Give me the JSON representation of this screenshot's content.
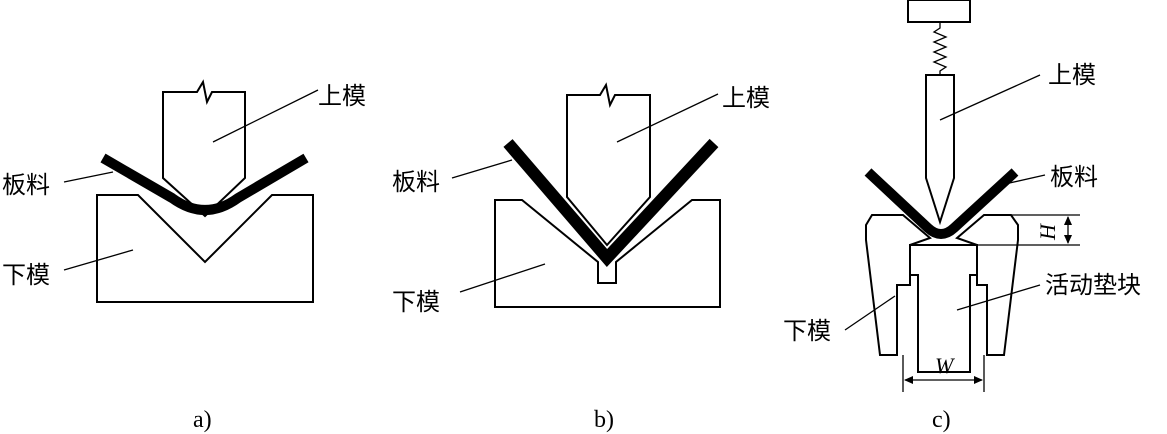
{
  "panels": [
    {
      "caption": "a)",
      "labels": {
        "upper_die": "上模",
        "sheet": "板料",
        "lower_die": "下模"
      }
    },
    {
      "caption": "b)",
      "labels": {
        "upper_die": "上模",
        "sheet": "板料",
        "lower_die": "下模"
      }
    },
    {
      "caption": "c)",
      "labels": {
        "upper_die": "上模",
        "sheet": "板料",
        "lower_die": "下模",
        "movable_pad": "活动垫块"
      },
      "dimensions": {
        "height": "H",
        "width": "W"
      }
    }
  ]
}
